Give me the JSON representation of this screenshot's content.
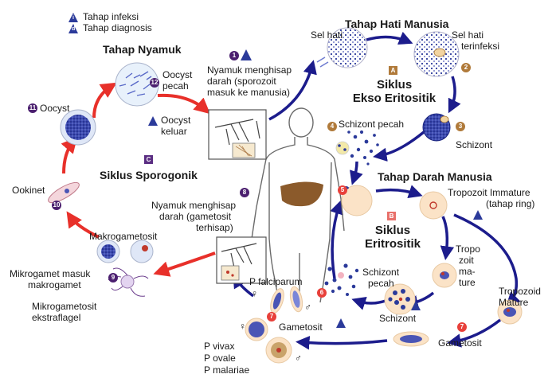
{
  "legend": {
    "infection": "Tahap infeksi",
    "diagnosis": "Tahap diagnosis",
    "infection_marker": "i",
    "diagnosis_marker": "d"
  },
  "headings": {
    "mosquito_stage": "Tahap Nyamuk",
    "liver_stage": "Tahap Hati Manusia",
    "blood_stage": "Tahap Darah Manusia"
  },
  "cycles": {
    "sporogonic": "Siklus Sporogonik",
    "sporogonic_marker": "C",
    "exo_line1": "Siklus",
    "exo_line2": "Ekso Eritositik",
    "exo_marker": "A",
    "eritro_line1": "Siklus",
    "eritro_line2": "Eritrositik",
    "eritro_marker": "B"
  },
  "steps": {
    "s1": {
      "num": "1",
      "line1": "Nyamuk menghisap",
      "line2": "darah (sporozoit",
      "line3": "masuk ke manusia)"
    },
    "s2": {
      "num": "2",
      "line1": "Sel hati",
      "line2": "terinfeksi"
    },
    "s3": {
      "num": "3",
      "label": "Schizont"
    },
    "s4": {
      "num": "4",
      "label": "Schizont pecah"
    },
    "s5": {
      "num": "5"
    },
    "s6": {
      "num": "6",
      "line1": "Schizont",
      "line2": "pecah"
    },
    "s7": {
      "num": "7",
      "label": "Gametosit"
    },
    "s8": {
      "num": "8",
      "line1": "Nyamuk menghisap",
      "line2": "darah (gametosit",
      "line3": "terhisap)"
    },
    "s9": {
      "num": "9",
      "line1": "Mikrogamet masuk",
      "line2": "makrogamet"
    },
    "s10": {
      "num": "10",
      "label": "Ookinet"
    },
    "s11": {
      "num": "11",
      "label": "Oocyst"
    },
    "s12": {
      "num": "12",
      "line1": "Oocyst",
      "line2": "pecah"
    }
  },
  "labels": {
    "liver_cell": "Sel hati",
    "oocyst_out_1": "Oocyst",
    "oocyst_out_2": "keluar",
    "tropozoit_immature_1": "Tropozoit Immature",
    "tropozoit_immature_2": "(tahap ring)",
    "tropozoit_1": "Tropo",
    "tropozoit_2": "zoit",
    "tropozoit_3": "ma-",
    "tropozoit_4": "ture",
    "tropozoid_mature_1": "Tropozoid",
    "tropozoid_mature_2": "Mature",
    "schizont_blood": "Schizont",
    "gametosit_blood": "Gametosit",
    "gametosit_left": "Gametosit",
    "p_falciparum": "P falciparum",
    "makrogametosit": "Makrogametosit",
    "mikrogametosit_1": "Mikrogametosit",
    "mikrogametosit_2": "ekstraflagel",
    "p_vivax": "P vivax",
    "p_ovale": "P ovale",
    "p_malariae": "P malariae",
    "female_symbol": "♀",
    "male_symbol": "♂"
  },
  "colors": {
    "red_arrow": "#e8302a",
    "blue_arrow": "#1c1c8c",
    "cell_blue": "#2b3a9a",
    "rbc": "#fbe3c7",
    "badge_purple": "#4b1f6f",
    "badge_red": "#e8403a"
  }
}
